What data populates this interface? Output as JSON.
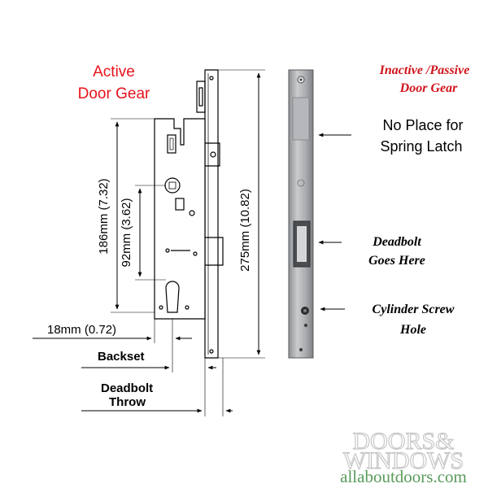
{
  "labels": {
    "active_line1": "Active",
    "active_line2": "Door Gear",
    "inactive_line1": "Inactive /Passive",
    "inactive_line2": "Door Gear",
    "no_place_line1": "No Place for",
    "no_place_line2": "Spring Latch",
    "deadbolt_here_line1": "Deadbolt",
    "deadbolt_here_line2": "Goes Here",
    "cylinder_line1": "Cylinder Screw",
    "cylinder_line2": "Hole"
  },
  "dimensions": {
    "d186": "186mm (7.32)",
    "d92": "92mm (3.62)",
    "d275": "275mm (10.82)",
    "d18": "18mm (0.72)",
    "backset": "Backset",
    "throw_line1": "Deadbolt",
    "throw_line2": "Throw"
  },
  "watermark": {
    "brand_line1": "DOORS&",
    "brand_line2": "WINDOWS",
    "url": "allaboutdoors.com"
  },
  "colors": {
    "active_red": "#e8121a",
    "inactive_red": "#d0141c",
    "watermark_green": "#3b8a3f",
    "watermark_grey": "#9a9a9a"
  }
}
